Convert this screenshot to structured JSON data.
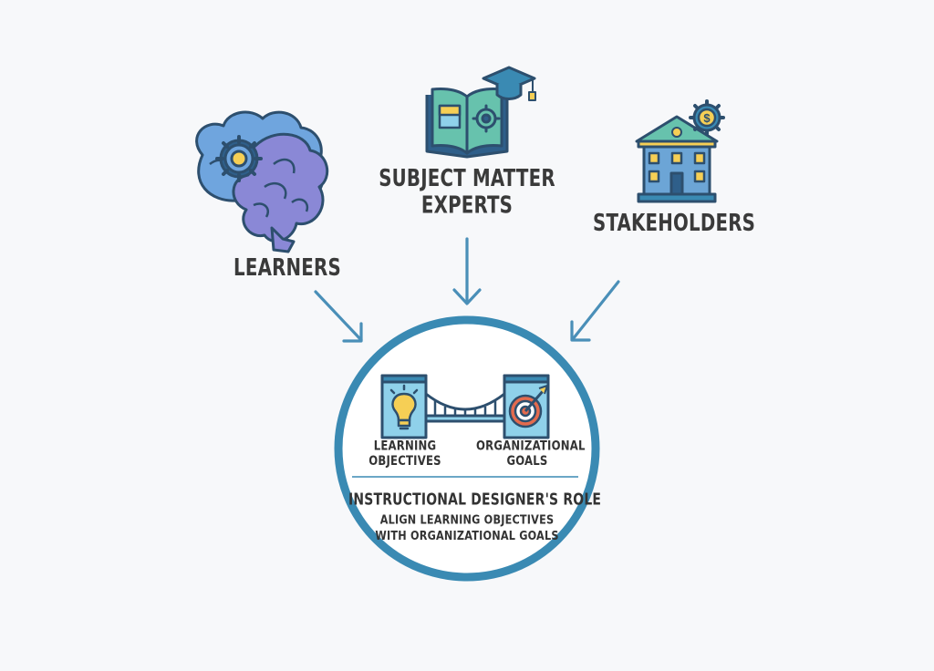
{
  "nodes": {
    "learners": {
      "label": "LEARNERS"
    },
    "sme": {
      "label_line1": "SUBJECT MATTER",
      "label_line2": "EXPERTS"
    },
    "stakeholders": {
      "label": "STAKEHOLDERS"
    }
  },
  "center": {
    "left_line1": "LEARNING",
    "left_line2": "OBJECTIVES",
    "right_line1": "ORGANIZATIONAL",
    "right_line2": "GOALS",
    "role_title": "INSTRUCTIONAL DESIGNER'S ROLE",
    "role_line1": "ALIGN LEARNING OBJECTIVES",
    "role_line2": "WITH ORGANIZATIONAL GOALS"
  },
  "icons": {
    "learners": "brain-gear-icon",
    "sme": "book-graduation-cap-icon",
    "stakeholders": "building-dollar-gear-icon",
    "objectives": "lightbulb-icon",
    "goals": "target-arrow-icon",
    "link": "bridge-icon"
  },
  "colors": {
    "ring": "#3a8ab3",
    "arrow": "#4a8fb8",
    "brain": "#7f93d9",
    "book": "#67c2ad",
    "building": "#6ca5d6",
    "accent_yellow": "#f6cf55",
    "panel_blue": "#8fd1ea",
    "target_red": "#e36b4e"
  }
}
